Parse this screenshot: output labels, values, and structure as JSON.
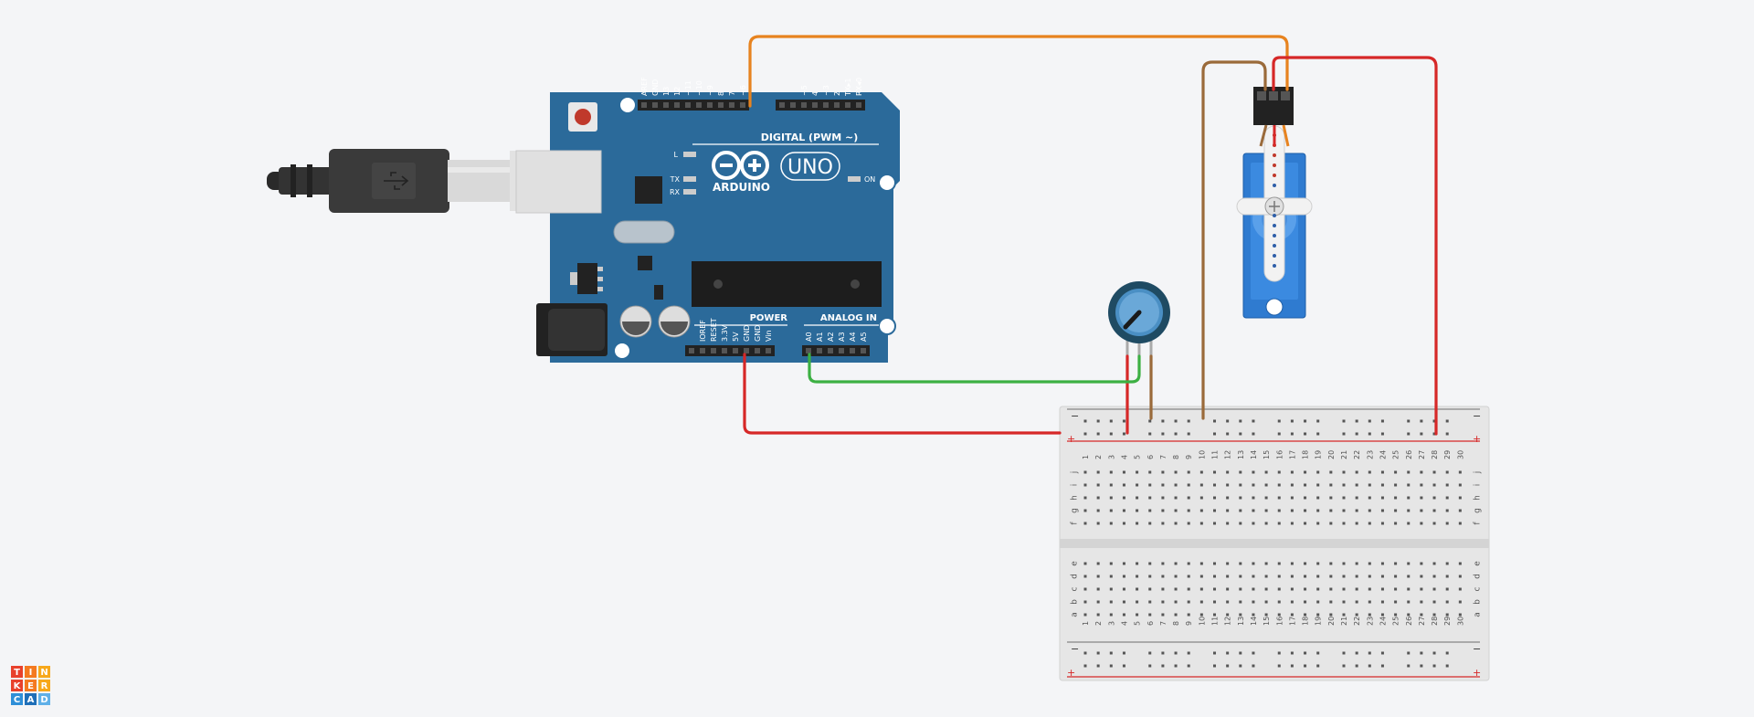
{
  "colors": {
    "background": "#f4f5f7",
    "board": "#2b6a9a",
    "board_dark": "#1e4f76",
    "wire_signal": "#e7831f",
    "wire_power": "#d62828",
    "wire_ground": "#9a6a3a",
    "wire_analog": "#3cb043",
    "breadboard": "#e6e6e6",
    "servo": "#2f7bd0"
  },
  "arduino": {
    "model_label": "UNO",
    "brand_label": "ARDUINO",
    "digital_label": "DIGITAL (PWM ~)",
    "power_label": "POWER",
    "analog_label": "ANALOG IN",
    "on_label": "ON",
    "l_label": "L",
    "tx_label": "TX",
    "rx_label": "RX",
    "digital_pins": [
      "AREF",
      "GND",
      "13",
      "12",
      "~11",
      "~10",
      "~9",
      "8",
      "7",
      "~6",
      "~5",
      "4",
      "~3",
      "2",
      "TX▸1",
      "RX◂0"
    ],
    "power_pins": [
      "IOREF",
      "RESET",
      "3.3V",
      "5V",
      "GND",
      "GND",
      "Vin"
    ],
    "analog_pins": [
      "A0",
      "A1",
      "A2",
      "A3",
      "A4",
      "A5"
    ]
  },
  "breadboard": {
    "columns": [
      "1",
      "2",
      "3",
      "4",
      "5",
      "6",
      "7",
      "8",
      "9",
      "10",
      "11",
      "12",
      "13",
      "14",
      "15",
      "16",
      "17",
      "18",
      "19",
      "20",
      "21",
      "22",
      "23",
      "24",
      "25",
      "26",
      "27",
      "28",
      "29",
      "30"
    ],
    "rows_top": [
      "j",
      "i",
      "h",
      "g",
      "f"
    ],
    "rows_bottom": [
      "e",
      "d",
      "c",
      "b",
      "a"
    ],
    "minus_label": "−",
    "plus_label": "+"
  },
  "logo": {
    "letters": [
      "T",
      "I",
      "N",
      "K",
      "E",
      "R",
      "C",
      "A",
      "D"
    ],
    "tile_colors": [
      "#e8412c",
      "#f47a20",
      "#f7a81b",
      "#e8412c",
      "#f47a20",
      "#f7a81b",
      "#2f8fd8",
      "#1f6fb8",
      "#5fb0e8"
    ]
  },
  "icons": {
    "usb": "usb-cable-icon",
    "servo": "servo-motor-icon",
    "potentiometer": "potentiometer-icon"
  }
}
